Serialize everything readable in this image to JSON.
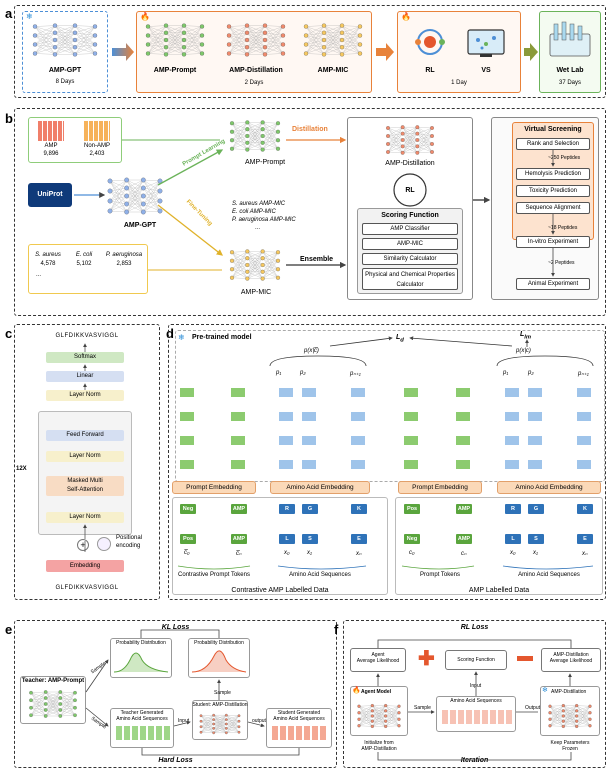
{
  "panels": {
    "a": "a",
    "b": "b",
    "c": "c",
    "d": "d",
    "e": "e",
    "f": "f"
  },
  "a": {
    "amp_gpt": "AMP-GPT",
    "amp_gpt_days": "8 Days",
    "amp_prompt": "AMP-Prompt",
    "amp_distillation": "AMP-Distillation",
    "amp_mic": "AMP-MIC",
    "mid_days": "2 Days",
    "rl": "RL",
    "vs": "VS",
    "rl_days": "1 Day",
    "wet_lab": "Wet Lab",
    "wet_days": "37 Days"
  },
  "b": {
    "amp": "AMP",
    "amp_count": "9,896",
    "non_amp": "Non-AMP",
    "non_amp_count": "2,403",
    "uniprot": "UniProt",
    "amp_gpt": "AMP-GPT",
    "prompt_learning_1": "Prompt",
    "prompt_learning_2": "Learning",
    "fine_tuning": "Fine-Tuning",
    "amp_prompt": "AMP-Prompt",
    "distillation": "Distillation",
    "amp_distillation": "AMP-Distillation",
    "rl": "RL",
    "mic_1": "S. aureus AMP-MIC",
    "mic_2": "E. coli AMP-MIC",
    "mic_3": "P. aeruginosa AMP-MIC",
    "mic_dots": "...",
    "sa": "S. aureus",
    "sa_n": "4,578",
    "ec": "E. coli",
    "ec_n": "5,102",
    "pa": "P. aeruginosa",
    "pa_n": "2,853",
    "dots": "...",
    "amp_mic": "AMP-MIC",
    "ensemble": "Ensemble",
    "scoring": "Scoring Function",
    "score_items": [
      "AMP Classifier",
      "AMP-MIC",
      "Similarity Calculator",
      "Physical and Chemical Properties Calculator"
    ],
    "vs_title": "Virtual Screening",
    "vs_items": [
      "Rank and Selection",
      "Hemolysis Prediction",
      "Toxicity Prediction",
      "Sequence Alignment"
    ],
    "peptides_250": "~250 Peptides",
    "peptides_18": "~18 Peptides",
    "peptides_2": "~2 Peptides",
    "invitro": "In-vitro Experiment",
    "animal": "Animal Experiment"
  },
  "c": {
    "seq_top": "GLFDIKKVASVIGGL",
    "seq_bottom": "GLFDIKKVASVIGGL",
    "softmax": "Softmax",
    "linear": "Linear",
    "layer_norm": "Layer Norm",
    "feed_forward": "Feed Forward",
    "masked_1": "Masked Multi",
    "masked_2": "Self-Attention",
    "repeat": "12X",
    "positional_1": "Positional",
    "positional_2": "encoding",
    "embedding": "Embedding"
  },
  "d": {
    "pretrained": "Pre-trained model",
    "ld": "L",
    "ld_sub": "d",
    "llm": "L",
    "llm_sub": "lm",
    "p_left": "p(x|c̅)",
    "p_right": "p(x|c)",
    "p1": "p₁",
    "p2": "p₂",
    "pn1": "pₙ₊₁",
    "p1b": "p₁",
    "p2b": "p₂",
    "pn1b": "pₙ₊₁",
    "prompt_emb": "Prompt Embedding",
    "aa_emb": "Amino Acid Embedding",
    "tok_neg": "Neg",
    "tok_pos": "Pos",
    "tok_amp": "AMP",
    "aa_r": "R",
    "aa_g": "G",
    "aa_k": "K",
    "aa_l": "L",
    "aa_s": "S",
    "aa_e": "E",
    "c0bar": "c̅₀",
    "cnbar": "c̅ₙ",
    "x0": "x₀",
    "x1": "x₁",
    "xn": "xₙ",
    "c0": "c₀",
    "cn": "cₙ",
    "contrastive_tokens": "Contrastive Prompt Tokens",
    "aa_seq": "Amino Acid Sequences",
    "prompt_tokens": "Prompt Tokens",
    "contrastive_data": "Contrastive AMP Labelled Data",
    "amp_data": "AMP Labelled Data",
    "dots": "..."
  },
  "e": {
    "kl_loss": "KL Loss",
    "teacher": "Teacher: AMP-Prompt",
    "sample": "Sample",
    "prob_dist": "Probability Distribution",
    "teacher_gen_1": "Teacher Generated",
    "teacher_gen_2": "Amino Acid Sequences",
    "student": "Student: AMP-Distillation",
    "input": "Input",
    "output": "output",
    "student_gen_1": "Student Generated",
    "student_gen_2": "Amino Acid Sequences",
    "hard_loss": "Hard Loss"
  },
  "f": {
    "rl_loss": "RL Loss",
    "agent_avg_1": "Agent",
    "agent_avg_2": "Average Likelihood",
    "scoring": "Scoring Function",
    "dist_avg_1": "AMP-Distillation",
    "dist_avg_2": "Average Likelihood",
    "agent_model": "Agent Model",
    "sample": "Sample",
    "input": "Input",
    "output": "Output",
    "aa_seq": "Amino Acid Sequences",
    "amp_distillation": "AMP-Distillation",
    "init_1": "Initialize from",
    "init_2": "AMP-Distillation",
    "keep_1": "Keep Parameters",
    "keep_2": "Frozen",
    "iteration": "Iteration"
  },
  "colors": {
    "blue_node": "#8fb0e8",
    "green_node": "#7ec86a",
    "red_node": "#f08a6c",
    "yellow_node": "#f6c85f",
    "orange_panel": "#e8823a",
    "green_panel": "#6bb35a",
    "blue_panel": "#4d8fd6"
  }
}
